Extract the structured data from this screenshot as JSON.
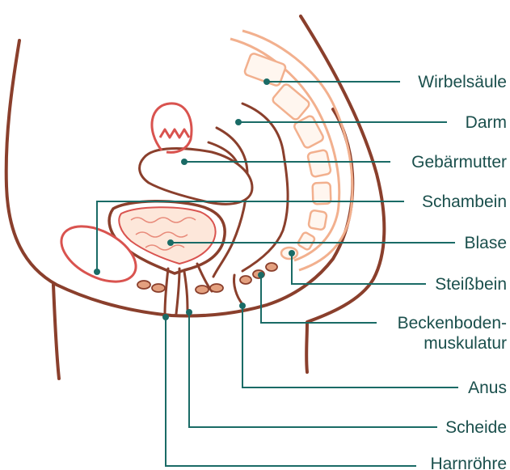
{
  "colors": {
    "outline": "#8a3f2c",
    "pink": "#d9534f",
    "spine": "#f2b08e",
    "muscle": "#e3a07f",
    "leader": "#1a6b66",
    "text": "#1a4f4c"
  },
  "labels": {
    "wirbelsaeule": "Wirbelsäule",
    "darm": "Darm",
    "gebaermutter": "Gebärmutter",
    "schambein": "Schambein",
    "blase": "Blase",
    "steissbein": "Steißbein",
    "beckenboden_1": "Beckenboden-",
    "beckenboden_2": "muskulatur",
    "anus": "Anus",
    "scheide": "Scheide",
    "harnroehre": "Harnröhre"
  }
}
